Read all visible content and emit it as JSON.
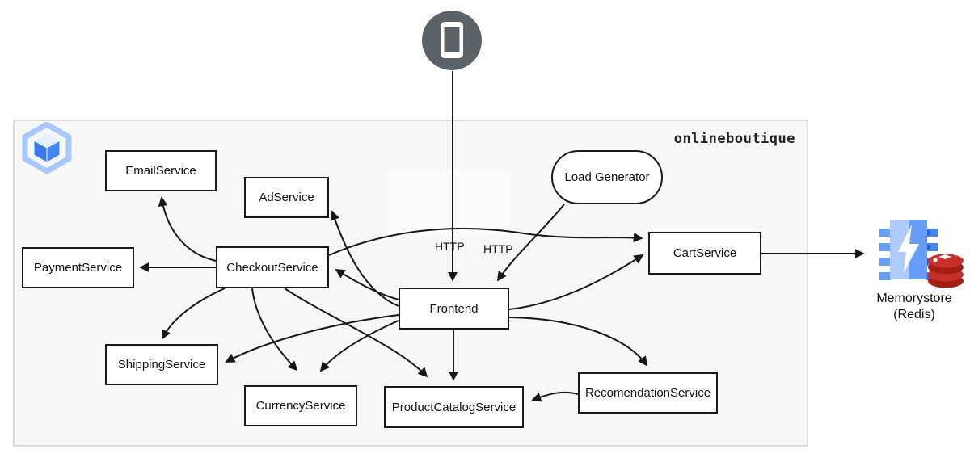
{
  "diagram": {
    "cluster_title": "onlineboutique",
    "nodes": {
      "email": "EmailService",
      "ad": "AdService",
      "payment": "PaymentService",
      "checkout": "CheckoutService",
      "shipping": "ShippingService",
      "currency": "CurrencyService",
      "frontend": "Frontend",
      "productcatalog": "ProductCatalogService",
      "cart": "CartService",
      "recommendation": "RecomendationService",
      "loadgenerator": "Load Generator"
    },
    "edge_labels": {
      "client_http": "HTTP",
      "loadgen_http": "HTTP"
    },
    "external": {
      "memorystore_line1": "Memorystore",
      "memorystore_line2": "(Redis)"
    },
    "icons": {
      "client": "mobile-phone-icon",
      "cluster": "gke-hexagon-cube-icon",
      "datastore": "memorystore-chip-icon",
      "datastore_overlay": "redis-stack-icon"
    },
    "colors": {
      "cluster_background": "#f7f7f7",
      "cluster_border": "#d9d9d9",
      "node_border": "#1a1a1a",
      "edge": "#161616",
      "phone_gray": "#5b6268",
      "gke_light_blue": "#a8c7fa",
      "gke_blue": "#4285f4",
      "memorystore_light": "#aecbfa",
      "memorystore_blue": "#669df6",
      "redis_red": "#c6302b",
      "redis_dark_red": "#a41e11"
    },
    "edges": [
      {
        "from": "client",
        "to": "frontend",
        "label": "HTTP"
      },
      {
        "from": "loadgenerator",
        "to": "frontend",
        "label": "HTTP"
      },
      {
        "from": "checkout",
        "to": "payment",
        "label": ""
      },
      {
        "from": "checkout",
        "to": "email",
        "label": ""
      },
      {
        "from": "checkout",
        "to": "shipping",
        "label": ""
      },
      {
        "from": "checkout",
        "to": "currency",
        "label": ""
      },
      {
        "from": "checkout",
        "to": "cart",
        "label": ""
      },
      {
        "from": "checkout",
        "to": "productcatalog",
        "label": ""
      },
      {
        "from": "frontend",
        "to": "checkout",
        "label": ""
      },
      {
        "from": "frontend",
        "to": "ad",
        "label": ""
      },
      {
        "from": "frontend",
        "to": "cart",
        "label": ""
      },
      {
        "from": "frontend",
        "to": "shipping",
        "label": ""
      },
      {
        "from": "frontend",
        "to": "currency",
        "label": ""
      },
      {
        "from": "frontend",
        "to": "productcatalog",
        "label": ""
      },
      {
        "from": "frontend",
        "to": "recommendation",
        "label": ""
      },
      {
        "from": "recommendation",
        "to": "productcatalog",
        "label": ""
      },
      {
        "from": "cart",
        "to": "memorystore",
        "label": ""
      }
    ]
  }
}
